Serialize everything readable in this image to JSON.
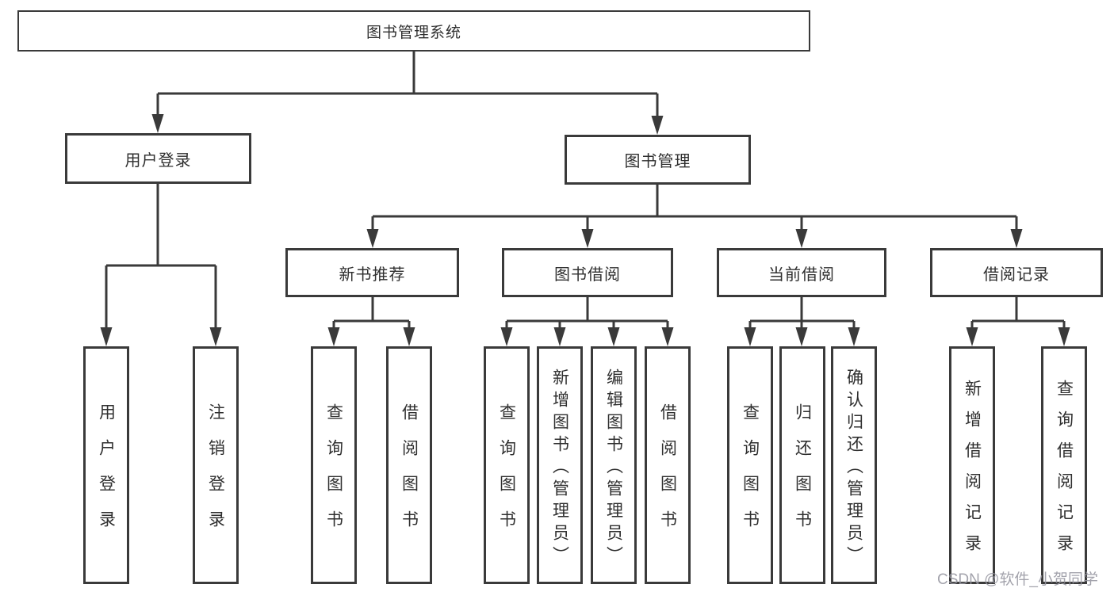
{
  "diagram": {
    "root": "图书管理系统",
    "level1": {
      "user_login": "用户登录",
      "book_management": "图书管理"
    },
    "level2": {
      "new_book_recommend": "新书推荐",
      "book_borrowing": "图书借阅",
      "current_borrowing": "当前借阅",
      "borrowing_records": "借阅记录"
    },
    "leaves": {
      "user_login": "用户登录",
      "logout": "注销登录",
      "query_books_recommend": "查询图书",
      "borrow_books_recommend": "借阅图书",
      "query_books_borrowing": "查询图书",
      "add_book_admin": "新增图书（管理员）",
      "edit_book_admin": "编辑图书（管理员）",
      "borrow_books_borrowing": "借阅图书",
      "query_books_current": "查询图书",
      "return_book": "归还图书",
      "confirm_return_admin": "确认归还（管理员）",
      "add_borrow_record": "新增借阅记录",
      "query_borrow_record": "查询借阅记录"
    }
  },
  "watermark": {
    "text": "CSDN @软件_小贺同学"
  },
  "colors": {
    "line": "#3a3a3a",
    "text": "#2f2f2f",
    "background": "#ffffff",
    "watermark": "#9696a0"
  }
}
